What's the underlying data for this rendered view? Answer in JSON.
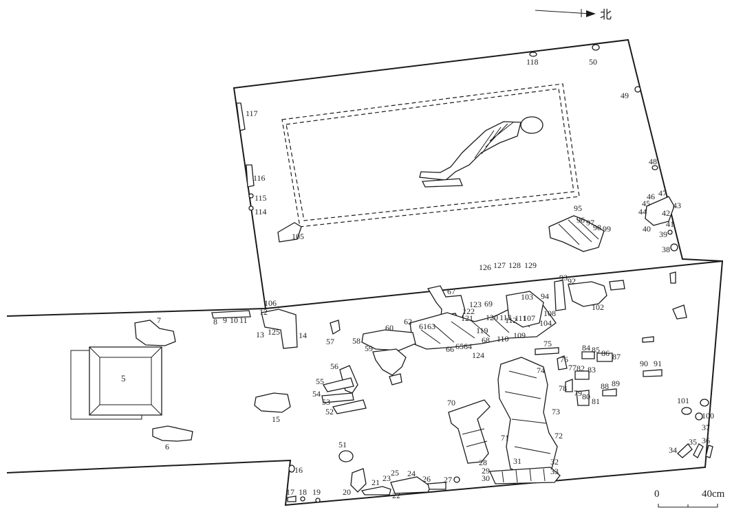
{
  "north": {
    "label": "北"
  },
  "scale": {
    "zero": "0",
    "end": "40cm"
  },
  "labels": [
    {
      "id": "a5",
      "text": "5"
    },
    {
      "id": "a6",
      "text": "6"
    },
    {
      "id": "a7",
      "text": "7"
    },
    {
      "id": "a8",
      "text": "8"
    },
    {
      "id": "a9",
      "text": "9"
    },
    {
      "id": "a10",
      "text": "10"
    },
    {
      "id": "a11",
      "text": "11"
    },
    {
      "id": "a12",
      "text": "12"
    },
    {
      "id": "a13",
      "text": "13"
    },
    {
      "id": "a14",
      "text": "14"
    },
    {
      "id": "a15",
      "text": "15"
    },
    {
      "id": "a16",
      "text": "16"
    },
    {
      "id": "a17",
      "text": "17"
    },
    {
      "id": "a18",
      "text": "18"
    },
    {
      "id": "a19",
      "text": "19"
    },
    {
      "id": "a20",
      "text": "20"
    },
    {
      "id": "a21",
      "text": "21"
    },
    {
      "id": "a22",
      "text": "22"
    },
    {
      "id": "a23",
      "text": "23"
    },
    {
      "id": "a24",
      "text": "24"
    },
    {
      "id": "a25",
      "text": "25"
    },
    {
      "id": "a26",
      "text": "26"
    },
    {
      "id": "a27",
      "text": "27"
    },
    {
      "id": "a28",
      "text": "28"
    },
    {
      "id": "a29",
      "text": "29"
    },
    {
      "id": "a30",
      "text": "30"
    },
    {
      "id": "a31",
      "text": "31"
    },
    {
      "id": "a32",
      "text": "32"
    },
    {
      "id": "a33",
      "text": "33"
    },
    {
      "id": "a34",
      "text": "34"
    },
    {
      "id": "a35",
      "text": "35"
    },
    {
      "id": "a36",
      "text": "36"
    },
    {
      "id": "a37",
      "text": "37"
    },
    {
      "id": "a38",
      "text": "38"
    },
    {
      "id": "a39",
      "text": "39"
    },
    {
      "id": "a40",
      "text": "40"
    },
    {
      "id": "a41",
      "text": "41"
    },
    {
      "id": "a42",
      "text": "42"
    },
    {
      "id": "a43",
      "text": "43"
    },
    {
      "id": "a44",
      "text": "44"
    },
    {
      "id": "a45",
      "text": "45"
    },
    {
      "id": "a46",
      "text": "46"
    },
    {
      "id": "a47",
      "text": "47"
    },
    {
      "id": "a48",
      "text": "48"
    },
    {
      "id": "a49",
      "text": "49"
    },
    {
      "id": "a50",
      "text": "50"
    },
    {
      "id": "a51",
      "text": "51"
    },
    {
      "id": "a52",
      "text": "52"
    },
    {
      "id": "a53",
      "text": "53"
    },
    {
      "id": "a54",
      "text": "54"
    },
    {
      "id": "a55",
      "text": "55"
    },
    {
      "id": "a56",
      "text": "56"
    },
    {
      "id": "a57",
      "text": "57"
    },
    {
      "id": "a58",
      "text": "58"
    },
    {
      "id": "a59",
      "text": "59"
    },
    {
      "id": "a60",
      "text": "60"
    },
    {
      "id": "a61",
      "text": "61"
    },
    {
      "id": "a62",
      "text": "62"
    },
    {
      "id": "a63",
      "text": "63"
    },
    {
      "id": "a64",
      "text": "64"
    },
    {
      "id": "a65",
      "text": "65"
    },
    {
      "id": "a66",
      "text": "66"
    },
    {
      "id": "a67",
      "text": "67"
    },
    {
      "id": "a68",
      "text": "68"
    },
    {
      "id": "a69",
      "text": "69"
    },
    {
      "id": "a70",
      "text": "70"
    },
    {
      "id": "a71",
      "text": "71"
    },
    {
      "id": "a72",
      "text": "72"
    },
    {
      "id": "a73",
      "text": "73"
    },
    {
      "id": "a74",
      "text": "74"
    },
    {
      "id": "a75",
      "text": "75"
    },
    {
      "id": "a76",
      "text": "76"
    },
    {
      "id": "a77",
      "text": "77"
    },
    {
      "id": "a78",
      "text": "78"
    },
    {
      "id": "a79",
      "text": "79"
    },
    {
      "id": "a80",
      "text": "80"
    },
    {
      "id": "a81",
      "text": "81"
    },
    {
      "id": "a82",
      "text": "82"
    },
    {
      "id": "a83",
      "text": "83"
    },
    {
      "id": "a84",
      "text": "84"
    },
    {
      "id": "a85",
      "text": "85"
    },
    {
      "id": "a86",
      "text": "86"
    },
    {
      "id": "a87",
      "text": "87"
    },
    {
      "id": "a88",
      "text": "88"
    },
    {
      "id": "a89",
      "text": "89"
    },
    {
      "id": "a90",
      "text": "90"
    },
    {
      "id": "a91",
      "text": "91"
    },
    {
      "id": "a92",
      "text": "92"
    },
    {
      "id": "a93",
      "text": "93"
    },
    {
      "id": "a94",
      "text": "94"
    },
    {
      "id": "a95",
      "text": "95"
    },
    {
      "id": "a96",
      "text": "96"
    },
    {
      "id": "a97",
      "text": "97"
    },
    {
      "id": "a98",
      "text": "98"
    },
    {
      "id": "a99",
      "text": "99"
    },
    {
      "id": "a100",
      "text": "100"
    },
    {
      "id": "a101",
      "text": "101"
    },
    {
      "id": "a102",
      "text": "102"
    },
    {
      "id": "a103",
      "text": "103"
    },
    {
      "id": "a104",
      "text": "104"
    },
    {
      "id": "a105",
      "text": "105"
    },
    {
      "id": "a106",
      "text": "106"
    },
    {
      "id": "a107",
      "text": "107"
    },
    {
      "id": "a108",
      "text": "108"
    },
    {
      "id": "a109",
      "text": "109"
    },
    {
      "id": "a110",
      "text": "110"
    },
    {
      "id": "a111",
      "text": "111"
    },
    {
      "id": "a112",
      "text": "112"
    },
    {
      "id": "a113",
      "text": "113"
    },
    {
      "id": "a114",
      "text": "114"
    },
    {
      "id": "a115",
      "text": "115"
    },
    {
      "id": "a116",
      "text": "116"
    },
    {
      "id": "a117",
      "text": "117"
    },
    {
      "id": "a118",
      "text": "118"
    },
    {
      "id": "a119",
      "text": "119"
    },
    {
      "id": "a120",
      "text": "120"
    },
    {
      "id": "a121",
      "text": "121"
    },
    {
      "id": "a122",
      "text": "122"
    },
    {
      "id": "a123",
      "text": "123"
    },
    {
      "id": "a124",
      "text": "124"
    },
    {
      "id": "a125",
      "text": "125"
    },
    {
      "id": "a126",
      "text": "126"
    },
    {
      "id": "a127",
      "text": "127"
    },
    {
      "id": "a128",
      "text": "128"
    },
    {
      "id": "a129",
      "text": "129"
    }
  ]
}
